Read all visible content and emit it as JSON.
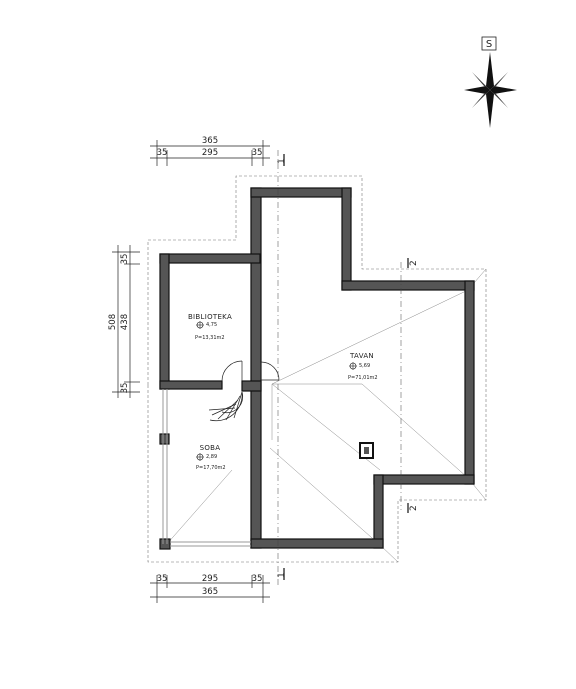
{
  "compass": {
    "label": "S"
  },
  "dimensions": {
    "top_total": "365",
    "top_left": "35",
    "top_mid": "295",
    "top_right": "35",
    "left_total": "508",
    "left_mid": "438",
    "left_top": "35",
    "left_bottom": "35",
    "bottom_left": "35",
    "bottom_mid": "295",
    "bottom_right": "35",
    "bottom_total": "365"
  },
  "section_markers": {
    "top": "1",
    "bottom": "1",
    "right_top": "2",
    "right_bottom": "2"
  },
  "rooms": [
    {
      "name": "BIBLIOTEKA",
      "level": "4,75",
      "area": "P=13,31m2"
    },
    {
      "name": "TAVAN",
      "level": "5,69",
      "area": "P=71,01m2"
    },
    {
      "name": "SOBA",
      "level": "2,89",
      "area": "P=17,70m2"
    }
  ]
}
